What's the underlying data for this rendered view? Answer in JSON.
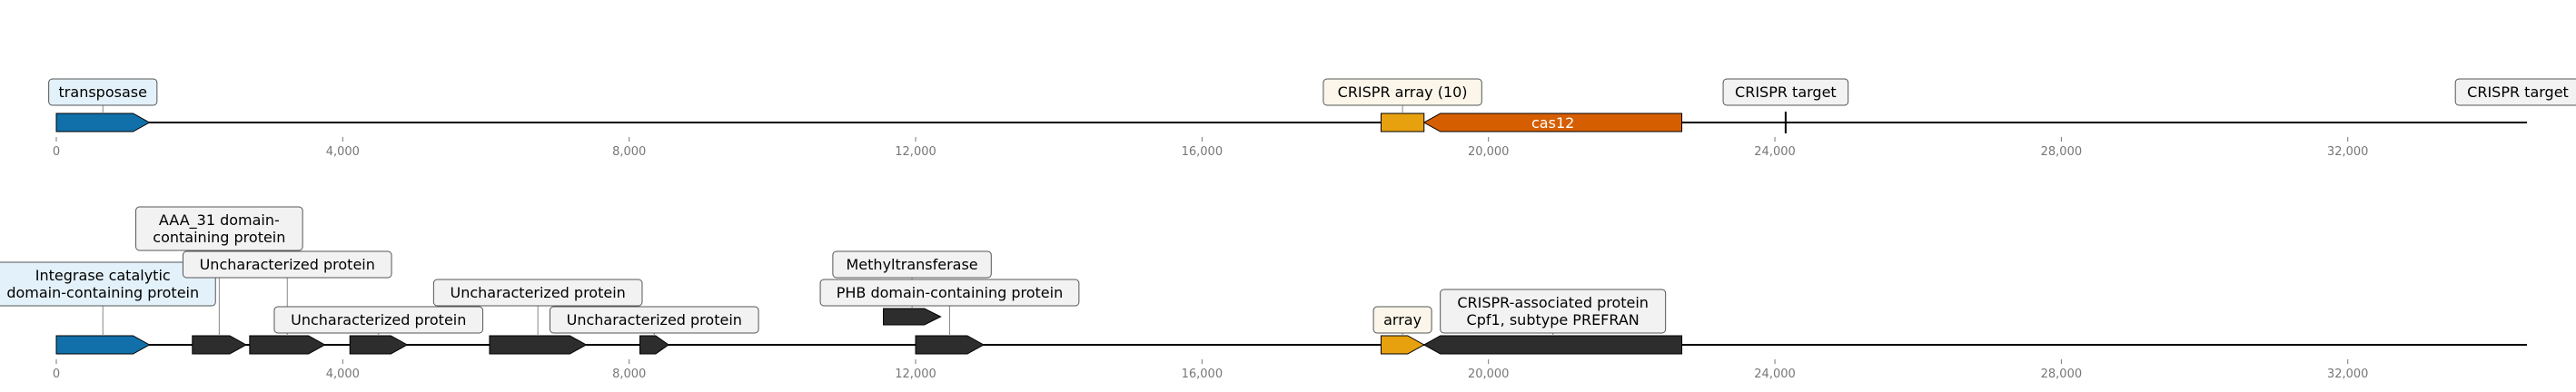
{
  "axis": {
    "ticks": [
      "0",
      "4,000",
      "8,000",
      "12,000",
      "16,000",
      "20,000",
      "24,000",
      "28,000",
      "32,000"
    ],
    "tick_values": [
      0,
      4000,
      8000,
      12000,
      16000,
      20000,
      24000,
      28000,
      32000
    ],
    "range": [
      0,
      35300
    ]
  },
  "colors": {
    "transposase": "#1170aa",
    "crispr_array": "#e8a10e",
    "cas12": "#d55e00",
    "dark": "#2d2d2d",
    "label_blue_bg": "#e3f1fa",
    "label_cream_bg": "#fbf6e9",
    "label_grey_bg": "#f2f2f2"
  },
  "track1": {
    "features": [
      {
        "start": 0,
        "end": 1300,
        "strand": 1,
        "color": "transposase",
        "label": "transposase",
        "inner": ""
      },
      {
        "start": 18500,
        "end": 19100,
        "strand": 0,
        "color": "crispr_array",
        "label": "CRISPR array (10)",
        "inner": ""
      },
      {
        "start": 19100,
        "end": 22700,
        "strand": -1,
        "color": "cas12",
        "label": "",
        "inner": "cas12"
      }
    ],
    "targets": [
      {
        "pos": 24150,
        "label": "CRISPR target"
      },
      {
        "pos": 35200,
        "label": "CRISPR target"
      }
    ]
  },
  "track2": {
    "features": [
      {
        "start": 0,
        "end": 1300,
        "strand": 1,
        "color": "transposase",
        "label": "Integrase catalytic\ndomain-containing protein",
        "bg": "label_blue_bg",
        "level": 1
      },
      {
        "start": 1900,
        "end": 2650,
        "strand": 1,
        "color": "dark",
        "label": "AAA_31 domain-\ncontaining protein",
        "bg": "label_grey_bg",
        "level": 3
      },
      {
        "start": 2700,
        "end": 3750,
        "strand": 1,
        "color": "dark",
        "label": "Uncharacterized protein",
        "bg": "label_grey_bg",
        "level": 2
      },
      {
        "start": 4100,
        "end": 4900,
        "strand": 1,
        "color": "dark",
        "label": "Uncharacterized protein",
        "bg": "label_grey_bg",
        "level": 0
      },
      {
        "start": 6050,
        "end": 7400,
        "strand": 1,
        "color": "dark",
        "label": "Uncharacterized protein",
        "bg": "label_grey_bg",
        "level": 1
      },
      {
        "start": 8150,
        "end": 8550,
        "strand": 1,
        "color": "dark",
        "label": "Uncharacterized protein",
        "bg": "label_grey_bg",
        "level": 0
      },
      {
        "start": 11550,
        "end": 12350,
        "strand": 1,
        "color": "dark",
        "label": "Methyltransferase",
        "bg": "label_grey_bg",
        "level": 2,
        "raised": true
      },
      {
        "start": 12000,
        "end": 12950,
        "strand": 1,
        "color": "dark",
        "label": "PHB domain-containing protein",
        "bg": "label_grey_bg",
        "level": 1
      },
      {
        "start": 18500,
        "end": 19100,
        "strand": 1,
        "color": "crispr_array",
        "label": "array",
        "bg": "label_cream_bg",
        "level": 0
      },
      {
        "start": 19100,
        "end": 22700,
        "strand": -1,
        "color": "dark",
        "label": "CRISPR-associated protein\nCpf1, subtype PREFRAN",
        "bg": "label_grey_bg",
        "level": 0
      }
    ]
  }
}
